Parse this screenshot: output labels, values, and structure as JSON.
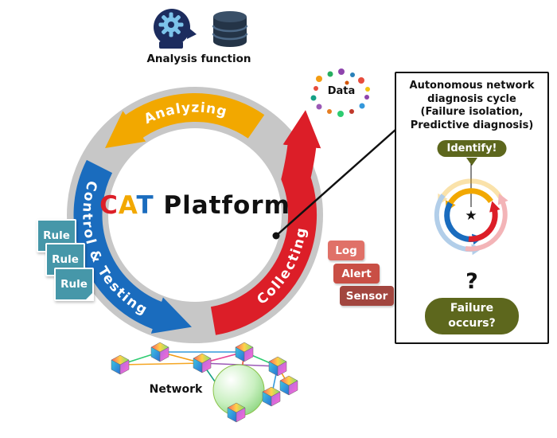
{
  "colors": {
    "yellow": "#f2a800",
    "blue": "#1a6cbe",
    "red": "#dc1e28",
    "gray": "#c7c7c7",
    "teal": "#4697a9",
    "log": "#e07168",
    "alert": "#c94f45",
    "sensor": "#a2463f",
    "olive": "#5d671d",
    "navy": "#1c2c5e",
    "gearblue": "#7cc3ea"
  },
  "center": {
    "c": "C",
    "a": "A",
    "t": "T",
    "platform": " Platform"
  },
  "cycle": {
    "analyzing": "Analyzing",
    "control_testing": "Control & Testing",
    "collecting": "Collecting"
  },
  "labels": {
    "analysis_function": "Analysis function",
    "data": "Data",
    "network": "Network"
  },
  "rules": [
    {
      "label": "Rule"
    },
    {
      "label": "Rule"
    },
    {
      "label": "Rule"
    }
  ],
  "signals": [
    {
      "label": "Log"
    },
    {
      "label": "Alert"
    },
    {
      "label": "Sensor"
    }
  ],
  "panel": {
    "title": [
      "Autonomous network",
      "diagnosis cycle",
      "(Failure isolation,",
      "Predictive diagnosis)"
    ],
    "identify_badge": "Identify!",
    "star": "★",
    "question_mark": "?",
    "failure_badge": [
      "Failure",
      "occurs?"
    ]
  }
}
